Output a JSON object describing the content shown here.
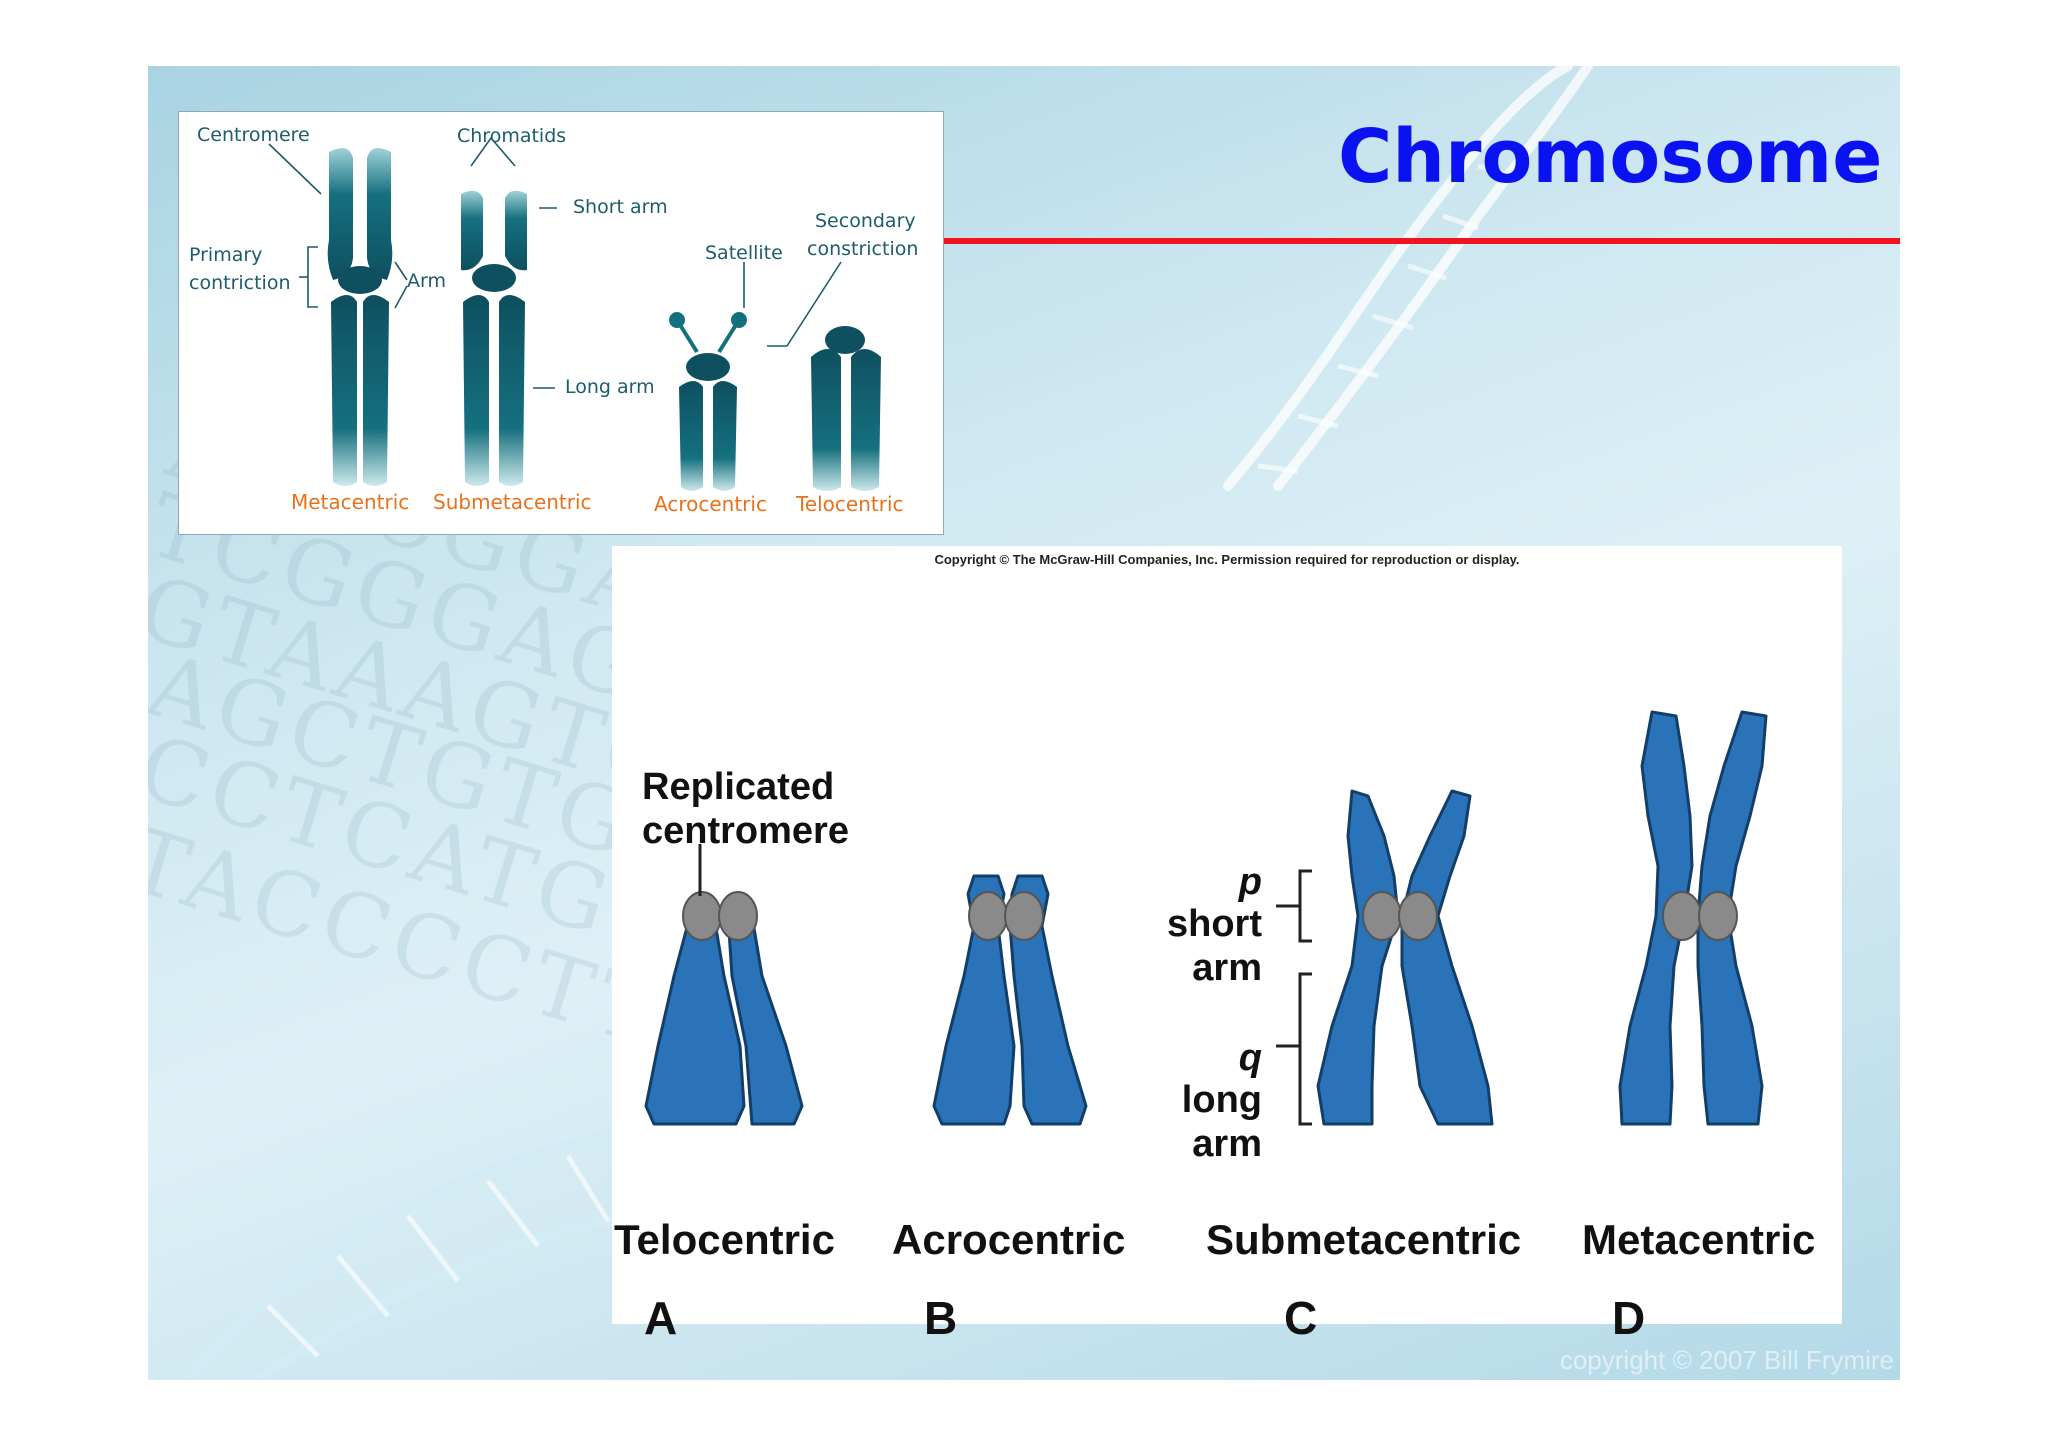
{
  "slide": {
    "title": "Chromosome",
    "copyright_footer": "copyright © 2007 Bill Frymire",
    "background_dna_text": [
      "AGTCGGATC",
      "TCGGGAGCT",
      "GTAAAGTGG",
      "AGCTGTGGC",
      "CCTCATGGC",
      "TACCCCTT"
    ],
    "colors": {
      "title": "#0a12f2",
      "rule": "#ef1420",
      "diagram_label": "#1d5c6c",
      "type_label": "#e9711c",
      "chromosome_blue": "#2b73b8",
      "centromere_gray": "#8a8a8a"
    }
  },
  "top_diagram": {
    "labels": {
      "centromere": "Centromere",
      "chromatids": "Chromatids",
      "short_arm": "Short arm",
      "primary_1": "Primary",
      "primary_2": "contriction",
      "arm": "Arm",
      "secondary_1": "Secondary",
      "secondary_2": "constriction",
      "satellite": "Satellite",
      "long_arm": "Long arm"
    },
    "types": [
      "Metacentric",
      "Submetacentric",
      "Acrocentric",
      "Telocentric"
    ]
  },
  "bottom_diagram": {
    "copyright": "Copyright © The McGraw-Hill Companies, Inc. Permission required for reproduction or display.",
    "replicated_1": "Replicated",
    "replicated_2": "centromere",
    "p": "p",
    "short_1": "short",
    "short_2": "arm",
    "q": "q",
    "long_1": "long",
    "long_2": "arm",
    "types": [
      {
        "name": "Telocentric",
        "letter": "A"
      },
      {
        "name": "Acrocentric",
        "letter": "B"
      },
      {
        "name": "Submetacentric",
        "letter": "C"
      },
      {
        "name": "Metacentric",
        "letter": "D"
      }
    ]
  }
}
